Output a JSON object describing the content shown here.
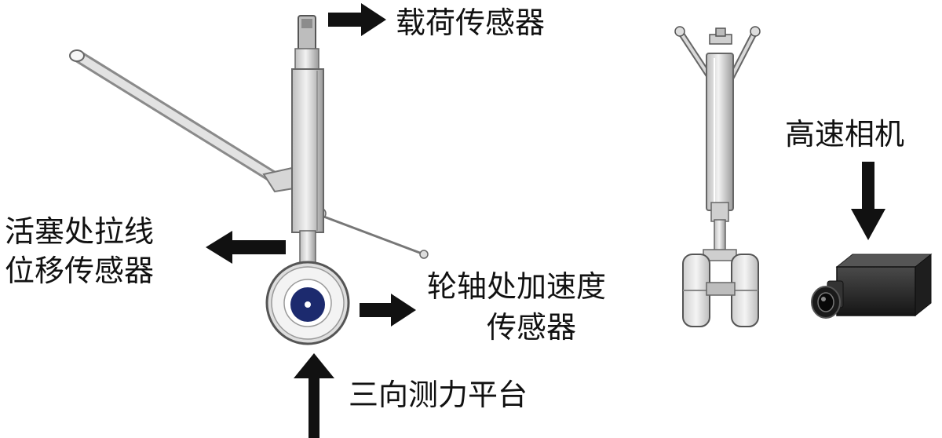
{
  "labels": {
    "load_sensor": "载荷传感器",
    "piston_sensor_line1": "活塞处拉线",
    "piston_sensor_line2": "位移传感器",
    "axle_sensor_line1": "轮轴处加速度",
    "axle_sensor_line2": "传感器",
    "force_platform": "三向测力平台",
    "high_speed_camera": "高速相机"
  },
  "colors": {
    "arrow": "#111111",
    "metal_light": "#e6e6e6",
    "metal_mid": "#c4c4c4",
    "metal_dark": "#777777",
    "hub_blue": "#1c2a6e",
    "camera_body": "#2a2a2a"
  },
  "icons": [
    "arrow-right-icon",
    "arrow-left-icon",
    "arrow-up-icon",
    "arrow-down-icon",
    "landing-gear-side-view",
    "landing-gear-front-view",
    "camera-icon"
  ]
}
